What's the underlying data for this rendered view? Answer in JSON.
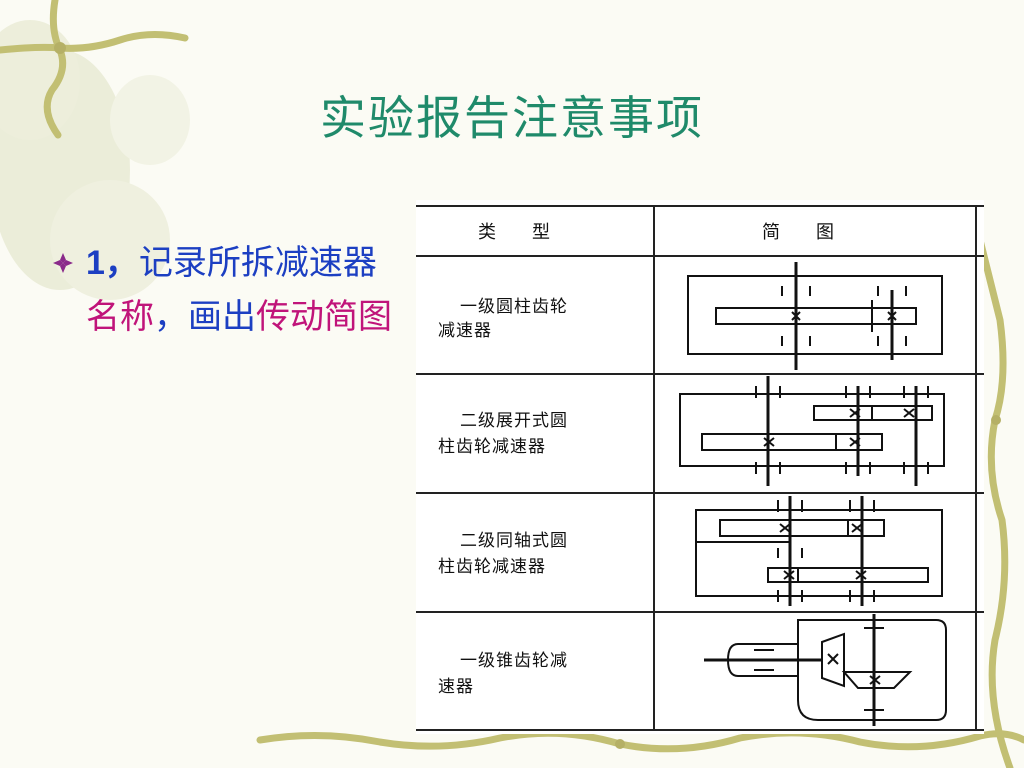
{
  "slide": {
    "title": "实验报告注意事项",
    "bullet": {
      "number": "1，",
      "part1": "记录所拆减速器",
      "part2": "名称",
      "part3": "，画出",
      "part4": "传动简图"
    }
  },
  "table": {
    "header_type": "类　　型",
    "header_diagram": "简　　图",
    "rows": [
      {
        "type_line1": "一级圆柱齿轮",
        "type_line2": "减速器"
      },
      {
        "type_line1": "二级展开式圆",
        "type_line2": "柱齿轮减速器"
      },
      {
        "type_line1": "二级同轴式圆",
        "type_line2": "柱齿轮减速器"
      },
      {
        "type_line1": "一级锥齿轮减",
        "type_line2": "速器"
      }
    ]
  },
  "colors": {
    "title": "#1f8a6a",
    "bullet": "#1c3fc2",
    "highlight": "#c0147a"
  }
}
